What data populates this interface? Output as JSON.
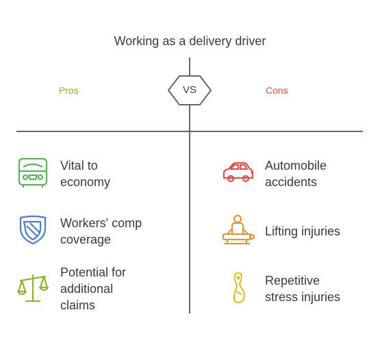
{
  "title": "Working as a delivery driver",
  "vs_label": "VS",
  "pros": {
    "heading": "Pros",
    "color": "#8cb42c",
    "items": [
      {
        "line1": "Vital to",
        "line2": "economy",
        "line3": "",
        "icon": "van-icon",
        "icon_color": "#5fb05a"
      },
      {
        "line1": "Workers' comp",
        "line2": "coverage",
        "line3": "",
        "icon": "shield-icon",
        "icon_color": "#4a7bc4"
      },
      {
        "line1": "Potential for",
        "line2": "additional",
        "line3": "claims",
        "icon": "scales-icon",
        "icon_color": "#8cb42c"
      }
    ]
  },
  "cons": {
    "heading": "Cons",
    "color": "#d4524d",
    "items": [
      {
        "line1": "Automobile",
        "line2": "accidents",
        "icon": "car-icon",
        "icon_color": "#d4524d"
      },
      {
        "line1": "Lifting injuries",
        "line2": "",
        "icon": "lifting-icon",
        "icon_color": "#e0963a"
      },
      {
        "line1": "Repetitive",
        "line2": "stress injuries",
        "icon": "stress-icon",
        "icon_color": "#d6c42e"
      }
    ]
  }
}
